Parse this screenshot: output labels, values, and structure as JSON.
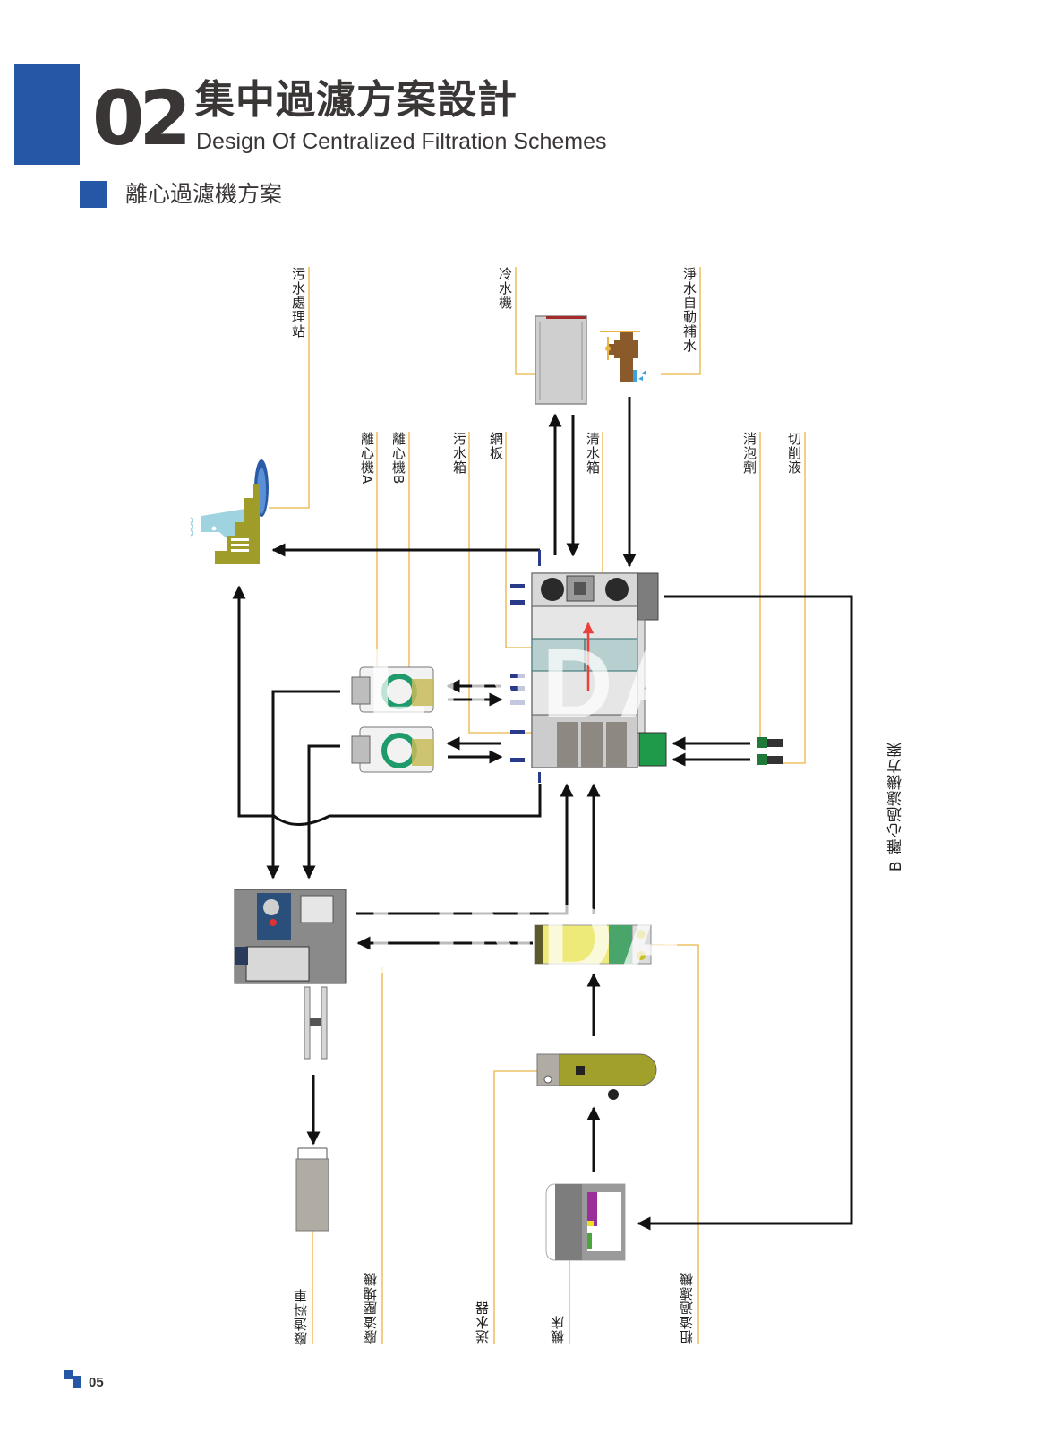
{
  "header": {
    "section_number": "02",
    "title_zh": "集中過濾方案設計",
    "title_en": "Design Of Centralized Filtration Schemes",
    "subtitle": "離心過濾機方案"
  },
  "colors": {
    "brand_blue": "#2457a5",
    "leader_line": "#e8b443",
    "flow_arrow": "#111111",
    "internal_flow": "#e8403c",
    "equipment_olive": "#a09c2a",
    "equipment_green": "#1f9a4a",
    "equipment_gray": "#c9c9c9"
  },
  "diagram": {
    "scheme_label": "B 離心過濾機方案",
    "watermark": "LINDA",
    "labels_top": [
      {
        "id": "sewage-station",
        "text": "污水處理站"
      },
      {
        "id": "chiller",
        "text": "冷水機"
      },
      {
        "id": "auto-refill",
        "text": "淨水自動補水"
      }
    ],
    "labels_middle": [
      {
        "id": "centrifuge-a",
        "text": "離心機A"
      },
      {
        "id": "centrifuge-b",
        "text": "離心機B"
      },
      {
        "id": "dirty-tank",
        "text": "污水箱"
      },
      {
        "id": "screen-plate",
        "text": "網板"
      },
      {
        "id": "clean-tank",
        "text": "清水箱"
      },
      {
        "id": "defoamer",
        "text": "消泡劑"
      },
      {
        "id": "cutting-fluid",
        "text": "切削液"
      }
    ],
    "labels_bottom": [
      {
        "id": "waste-cart",
        "text": "廢渣料車"
      },
      {
        "id": "briquetting",
        "text": "廢渣壓塊機"
      },
      {
        "id": "water-feeder",
        "text": "送水器"
      },
      {
        "id": "machine-tool",
        "text": "機床"
      },
      {
        "id": "coarse-filter",
        "text": "粗渣過濾機"
      }
    ],
    "components": [
      "sewage-treatment-station",
      "chiller-unit",
      "refill-valve",
      "centrifuge-a-unit",
      "centrifuge-b-unit",
      "central-tank-unit",
      "defoamer-pump",
      "cutting-fluid-pump",
      "briquetting-machine",
      "coarse-filter-unit",
      "water-feeder-unit",
      "machine-tool-unit",
      "waste-cart-unit"
    ]
  },
  "footer": {
    "page_number": "05"
  }
}
